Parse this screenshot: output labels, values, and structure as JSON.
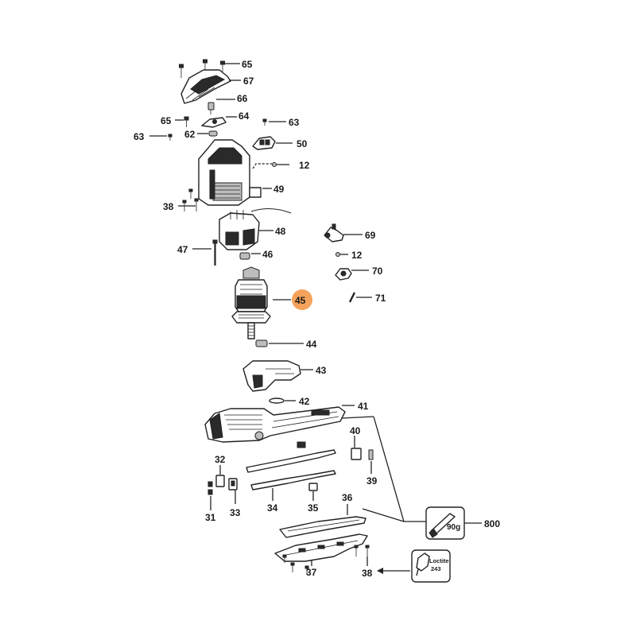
{
  "diagram": {
    "callouts": [
      {
        "id": "c65a",
        "label": "65"
      },
      {
        "id": "c67",
        "label": "67"
      },
      {
        "id": "c66",
        "label": "66"
      },
      {
        "id": "c65b",
        "label": "65"
      },
      {
        "id": "c64",
        "label": "64"
      },
      {
        "id": "c63a",
        "label": "63"
      },
      {
        "id": "c62",
        "label": "62"
      },
      {
        "id": "c63b",
        "label": "63"
      },
      {
        "id": "c50",
        "label": "50"
      },
      {
        "id": "c12a",
        "label": "12"
      },
      {
        "id": "c49",
        "label": "49"
      },
      {
        "id": "c38a",
        "label": "38"
      },
      {
        "id": "c48",
        "label": "48"
      },
      {
        "id": "c69",
        "label": "69"
      },
      {
        "id": "c47",
        "label": "47"
      },
      {
        "id": "c46",
        "label": "46"
      },
      {
        "id": "c12b",
        "label": "12"
      },
      {
        "id": "c70",
        "label": "70"
      },
      {
        "id": "c45",
        "label": "45"
      },
      {
        "id": "c71",
        "label": "71"
      },
      {
        "id": "c44",
        "label": "44"
      },
      {
        "id": "c43",
        "label": "43"
      },
      {
        "id": "c42",
        "label": "42"
      },
      {
        "id": "c41",
        "label": "41"
      },
      {
        "id": "c40",
        "label": "40"
      },
      {
        "id": "c32",
        "label": "32"
      },
      {
        "id": "c39",
        "label": "39"
      },
      {
        "id": "c36",
        "label": "36"
      },
      {
        "id": "c33",
        "label": "33"
      },
      {
        "id": "c34",
        "label": "34"
      },
      {
        "id": "c35",
        "label": "35"
      },
      {
        "id": "c31",
        "label": "31"
      },
      {
        "id": "c800",
        "label": "800"
      },
      {
        "id": "c37",
        "label": "37"
      },
      {
        "id": "c38b",
        "label": "38"
      }
    ],
    "grease_box": {
      "text": "90g"
    },
    "loctite_box": {
      "brand": "Loctite",
      "grade": "243"
    },
    "highlight_color": "#f5a35c"
  }
}
